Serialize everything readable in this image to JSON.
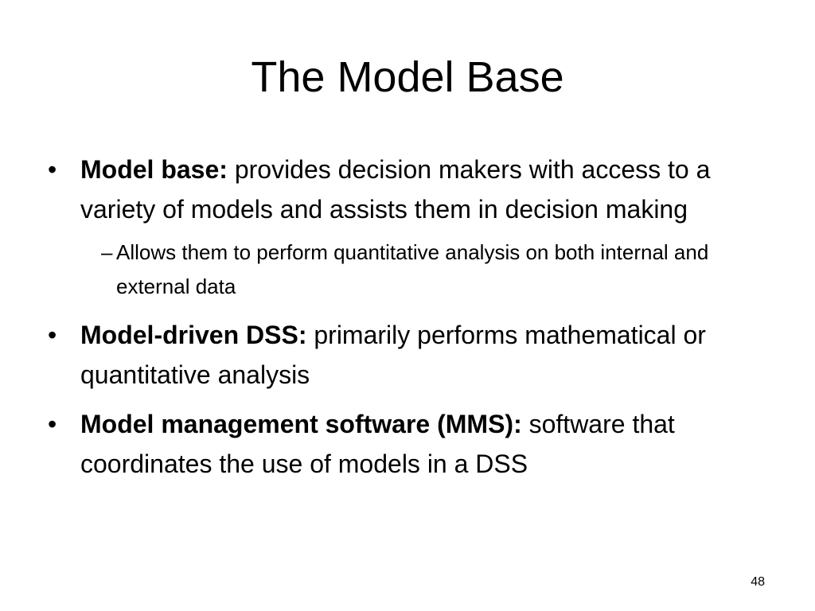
{
  "slide": {
    "title": "The Model Base",
    "bullets": [
      {
        "marker": "•",
        "term": "Model base:",
        "text": " provides decision makers with access to a variety of models and assists them in decision making",
        "sub": [
          {
            "marker": "–",
            "text": "Allows them to perform quantitative analysis on both internal and external data"
          }
        ]
      },
      {
        "marker": "•",
        "term": "Model-driven DSS:",
        "text": " primarily performs mathematical or quantitative analysis"
      },
      {
        "marker": "•",
        "term": "Model management software (MMS):",
        "text": " software that coordinates the use of models in a DSS"
      }
    ],
    "page_number": "48"
  }
}
